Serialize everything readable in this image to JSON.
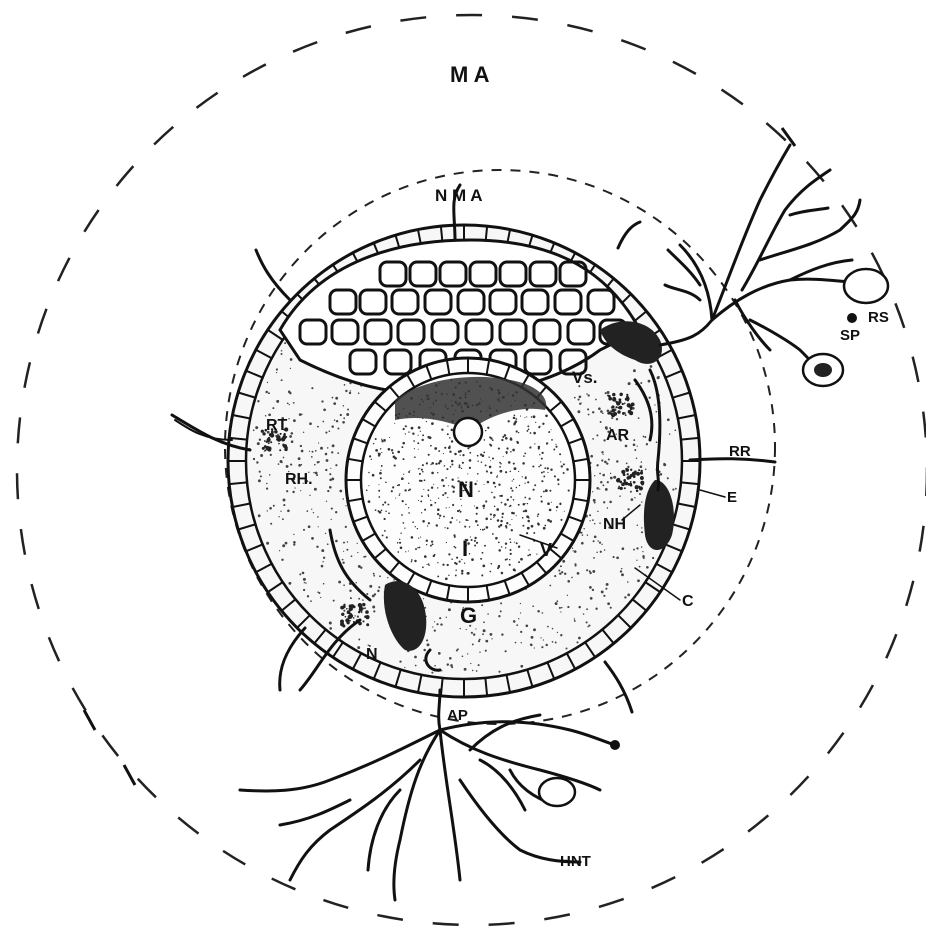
{
  "labels": {
    "mantle_outer": "M A",
    "mantle_inner": "N M A",
    "vs": "Vs.",
    "ar": "AR",
    "rt": "RT",
    "rh": "RH.",
    "n_center": "N",
    "i_center": "I",
    "v": "V",
    "nh": "NH",
    "rr": "RR",
    "e": "E",
    "c": "C",
    "g": "G",
    "n_lower": "N",
    "ap": "AP",
    "hnt": "HNT",
    "rs": "RS",
    "sp": "SP"
  }
}
